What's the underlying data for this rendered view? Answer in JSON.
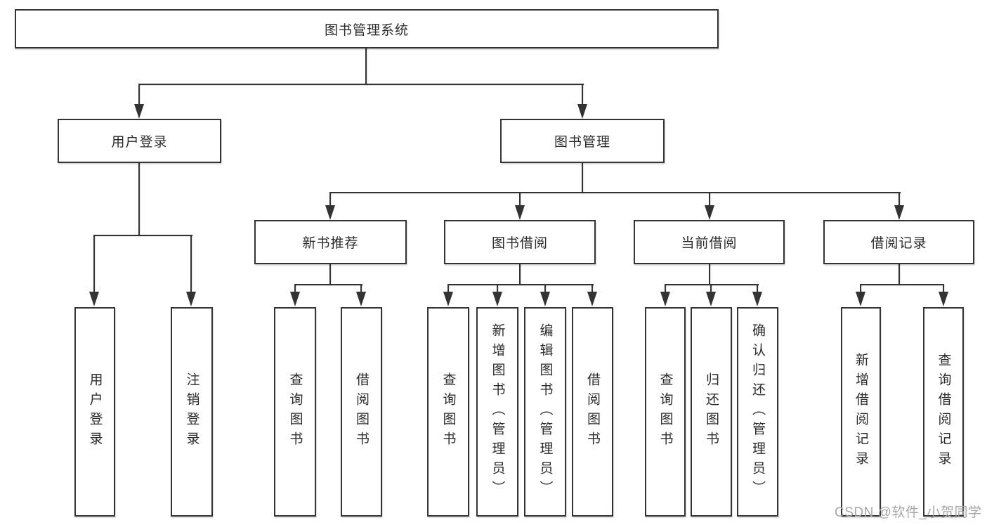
{
  "diagram": {
    "root": {
      "label": "图书管理系统"
    },
    "branches": [
      {
        "label": "用户登录",
        "children": [
          {
            "label": "用户登录"
          },
          {
            "label": "注销登录"
          }
        ]
      },
      {
        "label": "图书管理",
        "children": [
          {
            "label": "新书推荐",
            "children": [
              {
                "label": "查询图书"
              },
              {
                "label": "借阅图书"
              }
            ]
          },
          {
            "label": "图书借阅",
            "children": [
              {
                "label": "查询图书"
              },
              {
                "label": "新增图书（管理员）"
              },
              {
                "label": "编辑图书（管理员）"
              },
              {
                "label": "借阅图书"
              }
            ]
          },
          {
            "label": "当前借阅",
            "children": [
              {
                "label": "查询图书"
              },
              {
                "label": "归还图书"
              },
              {
                "label": "确认归还（管理员）"
              }
            ]
          },
          {
            "label": "借阅记录",
            "children": [
              {
                "label": "新增借阅记录"
              },
              {
                "label": "查询借阅记录"
              }
            ]
          }
        ]
      }
    ]
  },
  "watermark": {
    "text": "CSDN @软件_小贺同学"
  },
  "colors": {
    "line": "#333333",
    "border": "#333333",
    "text": "#2b2b2b",
    "watermark": "#a6a6a6",
    "background": "#ffffff"
  }
}
